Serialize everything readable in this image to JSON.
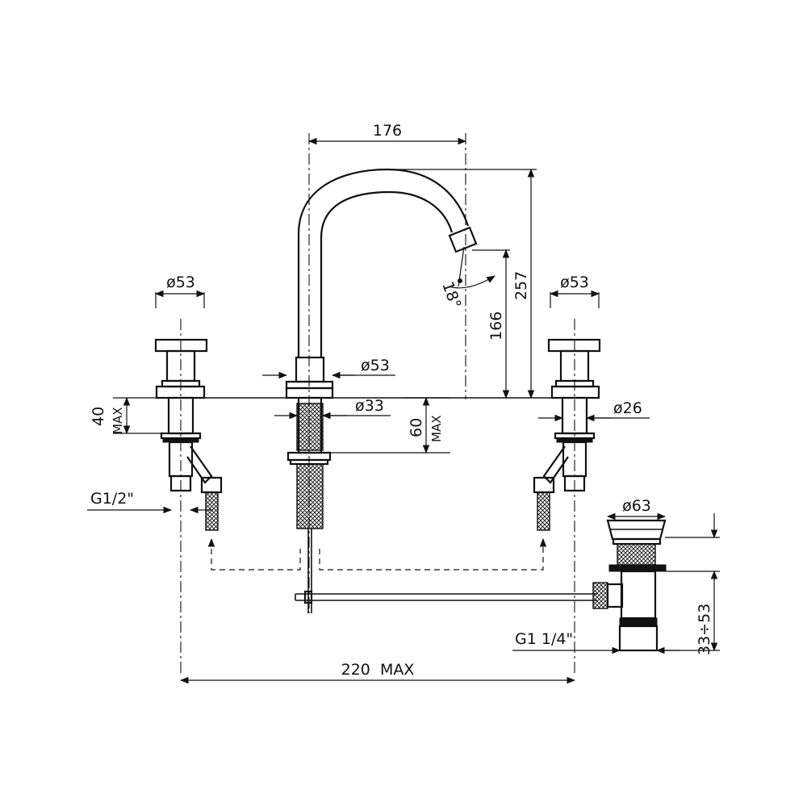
{
  "labels": {
    "spout_reach": "176",
    "spout_height": "257",
    "outlet_height": "166",
    "spout_angle": "18°",
    "handle_left_dia": "ø53",
    "handle_right_dia": "ø53",
    "spout_base_dia": "ø53",
    "spout_shank_dia": "ø33",
    "valve_shank_dia": "ø26",
    "left_deck_thickness": "40",
    "left_deck_max": "MAX",
    "spout_deck_thickness": "60",
    "spout_deck_max": "MAX",
    "inlet_thread": "G1/2\"",
    "waste_dia": "ø63",
    "waste_range": "33÷53",
    "waste_thread": "G1  1/4\"",
    "overall_span": "220  MAX"
  }
}
